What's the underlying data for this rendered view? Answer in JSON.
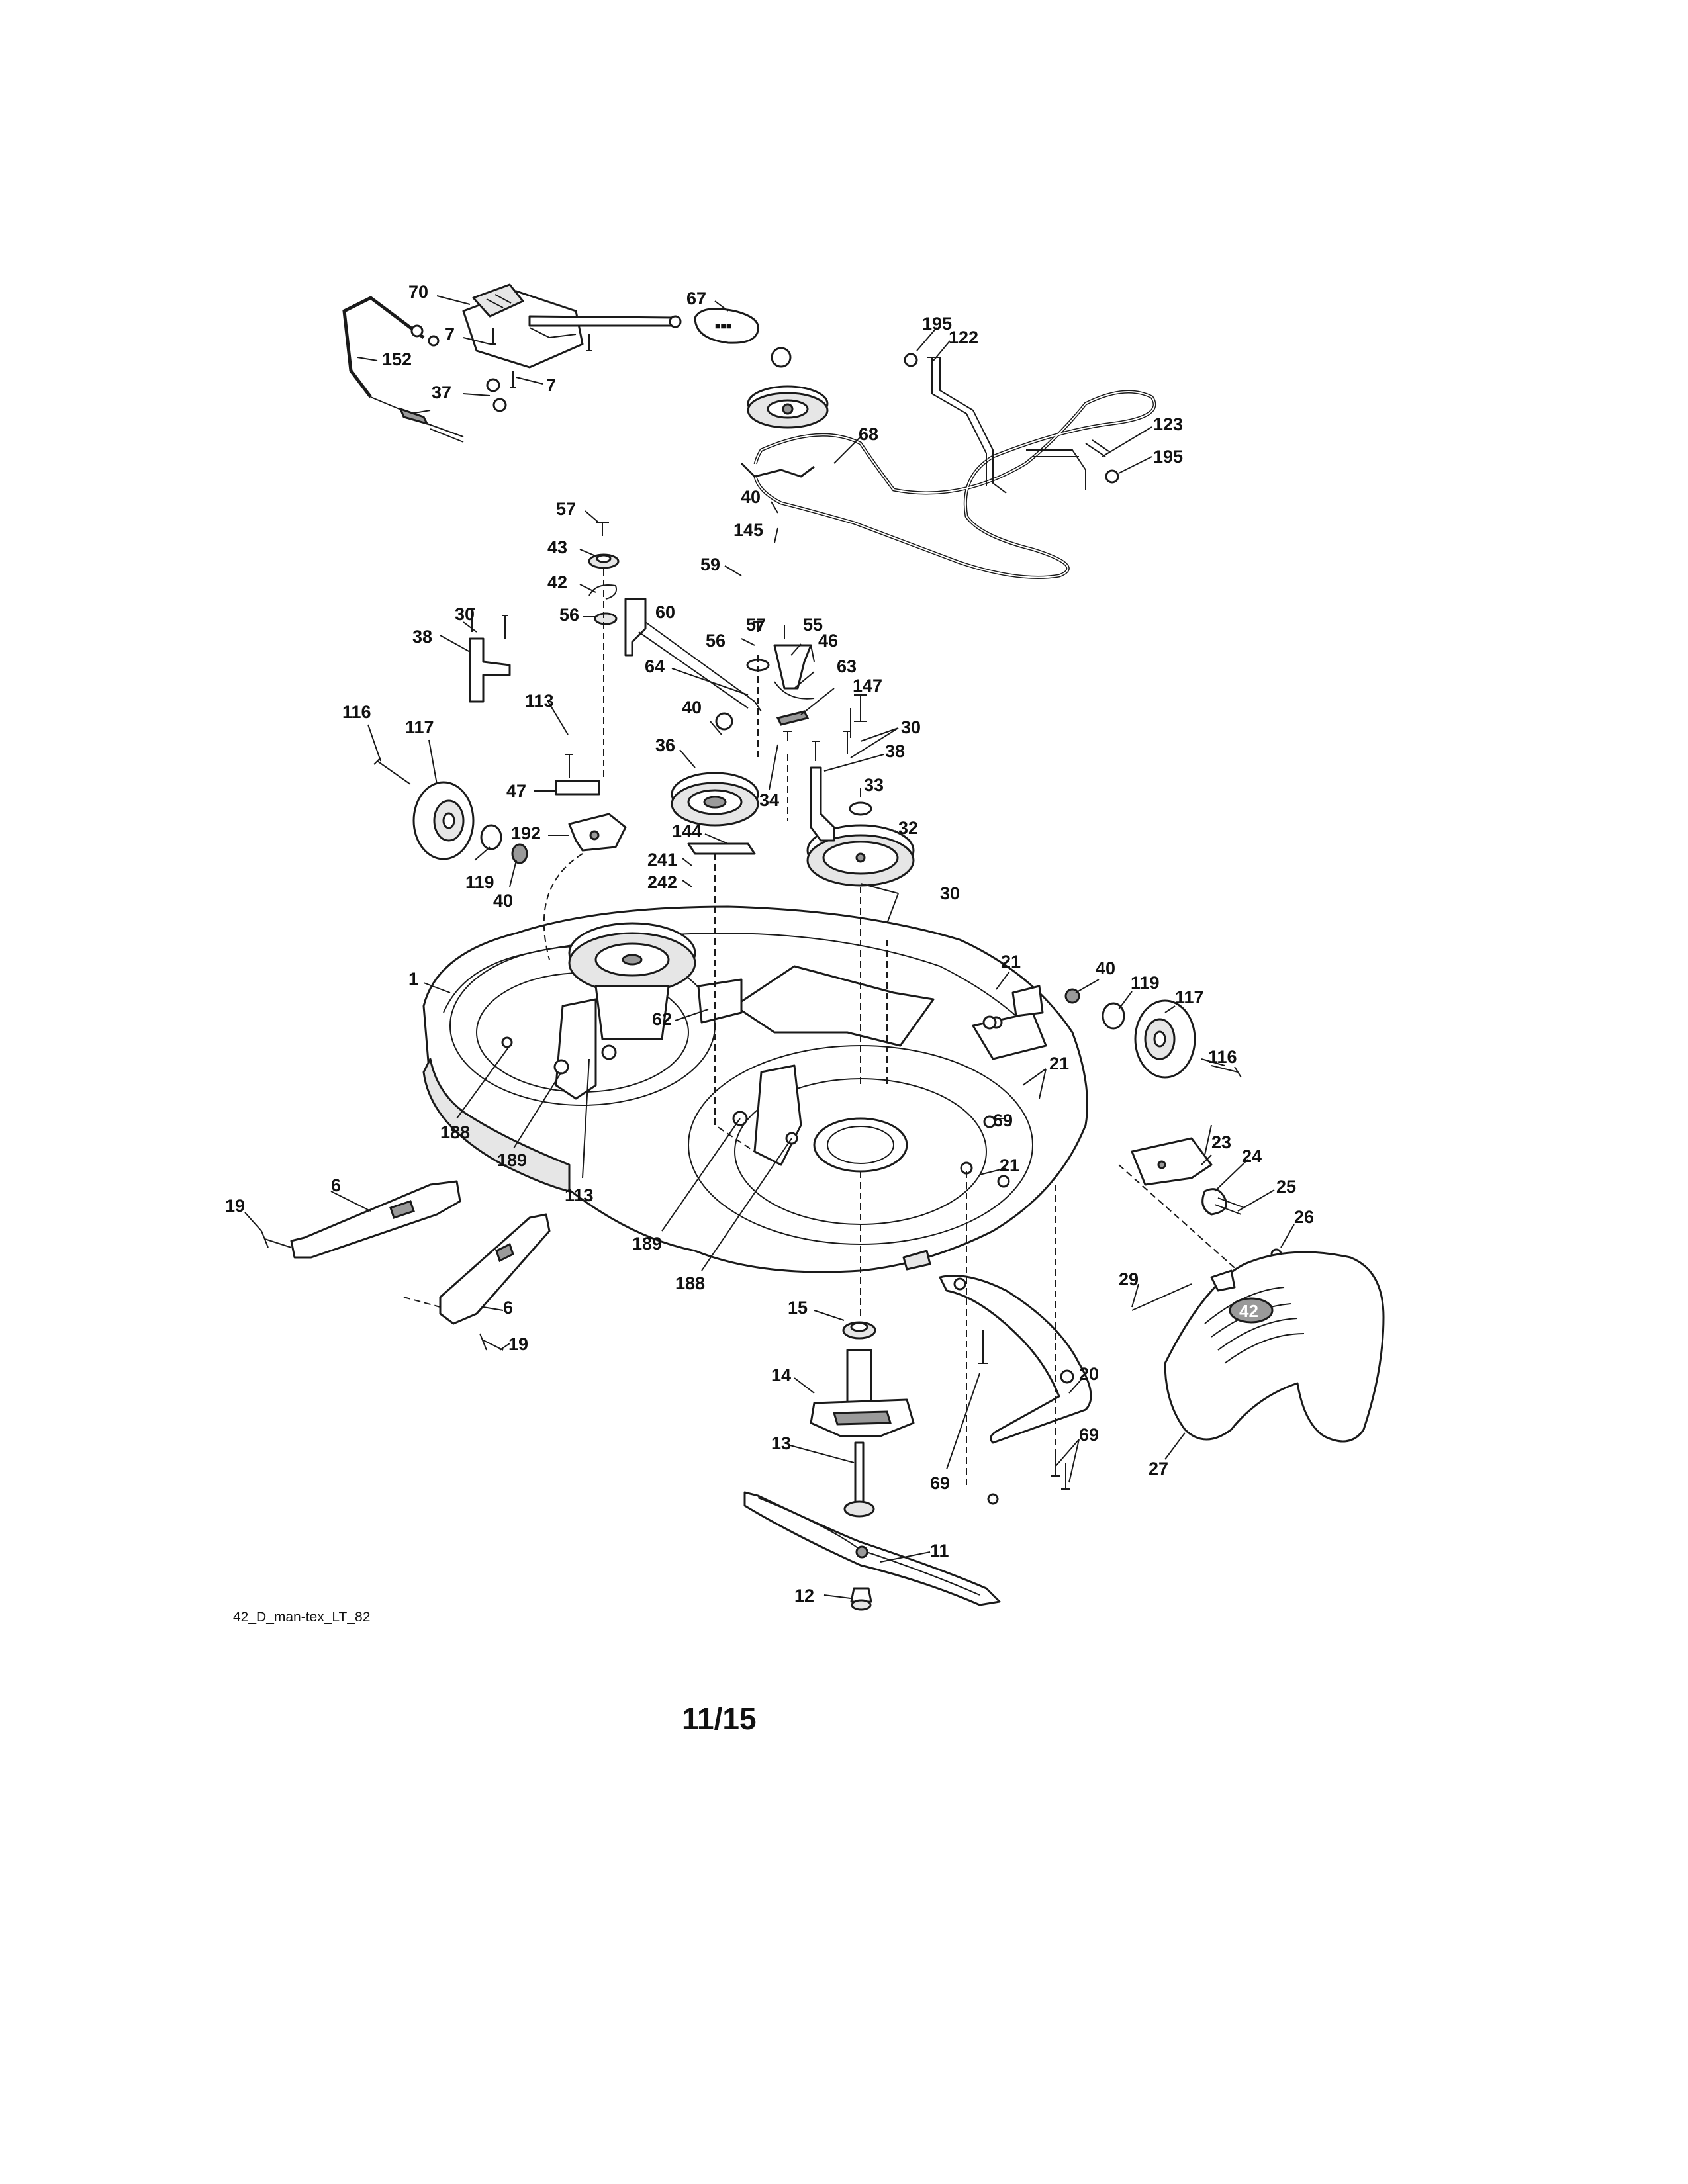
{
  "diagram": {
    "reference_code": "42_D_man-tex_LT_82",
    "page_number": "11/15",
    "deck_marking": "42",
    "callouts": {
      "c70": "70",
      "c67": "67",
      "c7a": "7",
      "c7b": "7",
      "c152": "152",
      "c37": "37",
      "c195a": "195",
      "c122": "122",
      "c68": "68",
      "c123": "123",
      "c195b": "195",
      "c57a": "57",
      "c43": "43",
      "c42": "42",
      "c56a": "56",
      "c60": "60",
      "c40a": "40",
      "c145": "145",
      "c59": "59",
      "c57b": "57",
      "c55": "55",
      "c56b": "56",
      "c46": "46",
      "c64": "64",
      "c63": "63",
      "c147": "147",
      "c30a": "30",
      "c38a": "38",
      "c30b": "30",
      "c38b": "38",
      "c116a": "116",
      "c117a": "117",
      "c113a": "113",
      "c40b": "40",
      "c36": "36",
      "c34": "34",
      "c33": "33",
      "c47": "47",
      "c32": "32",
      "c192": "192",
      "c144": "144",
      "c119a": "119",
      "c40c": "40",
      "c241": "241",
      "c242": "242",
      "c30c": "30",
      "c1": "1",
      "c62": "62",
      "c21a": "21",
      "c40d": "40",
      "c119b": "119",
      "c117b": "117",
      "c116b": "116",
      "c21b": "21",
      "c69a": "69",
      "c23": "23",
      "c188a": "188",
      "c189a": "189",
      "c113b": "113",
      "c21c": "21",
      "c24": "24",
      "c25": "25",
      "c19a": "19",
      "c6a": "6",
      "c26": "26",
      "c189b": "189",
      "c188b": "188",
      "c29": "29",
      "c6b": "6",
      "c15": "15",
      "c19b": "19",
      "c14": "14",
      "c20": "20",
      "c69b": "69",
      "c13": "13",
      "c69c": "69",
      "c27": "27",
      "c11": "11",
      "c12": "12"
    }
  }
}
